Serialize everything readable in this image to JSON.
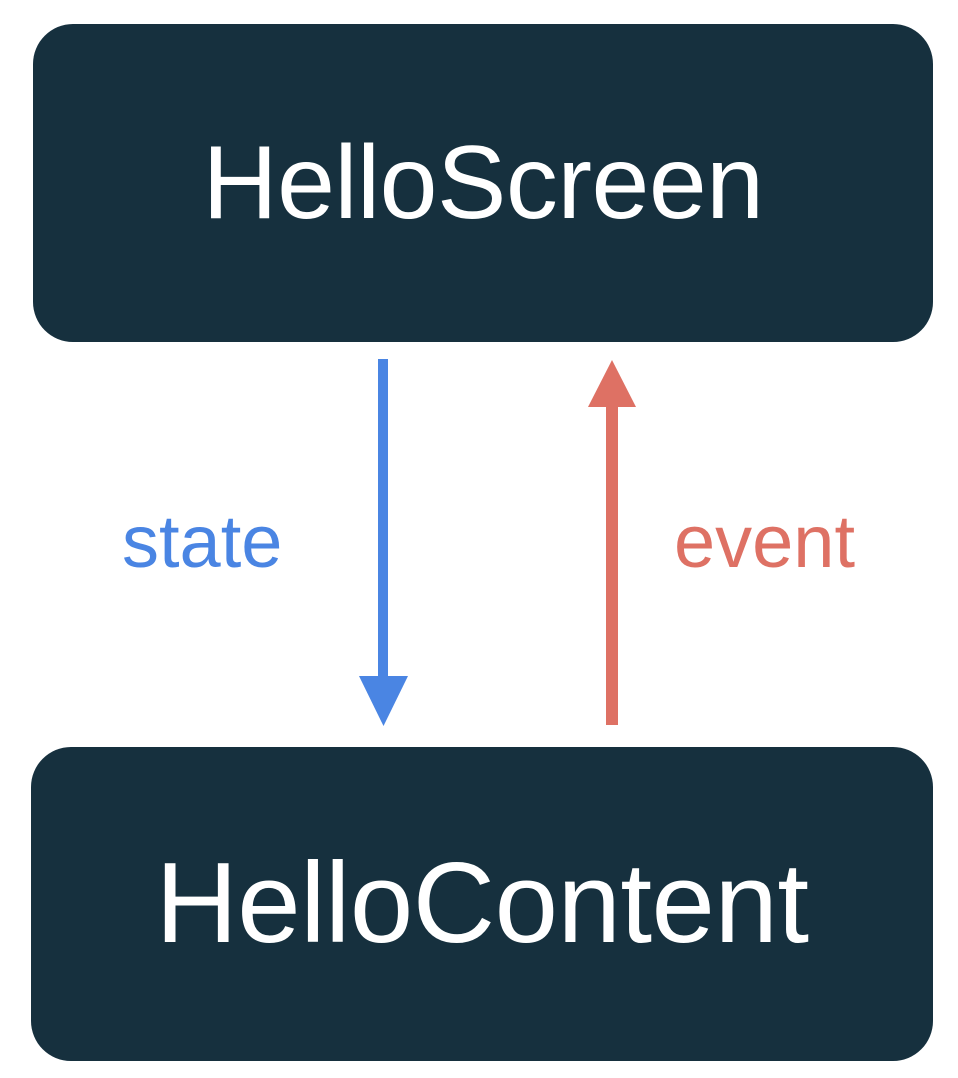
{
  "diagram": {
    "type": "flow-diagram",
    "background_color": "#FFFFFF",
    "title_text": "",
    "nodes": [
      {
        "id": "hello-screen",
        "label": "HelloScreen",
        "fill_color": "#16303E",
        "text_color": "#FFFFFF",
        "shape": "rounded-rectangle"
      },
      {
        "id": "hello-content",
        "label": "HelloContent",
        "fill_color": "#16303E",
        "text_color": "#FFFFFF",
        "shape": "rounded-rectangle"
      }
    ],
    "edges": [
      {
        "id": "state-edge",
        "label": "state",
        "from": "hello-screen",
        "to": "hello-content",
        "direction": "down",
        "color": "#4A85E3"
      },
      {
        "id": "event-edge",
        "label": "event",
        "from": "hello-content",
        "to": "hello-screen",
        "direction": "up",
        "color": "#DE7164"
      }
    ]
  }
}
